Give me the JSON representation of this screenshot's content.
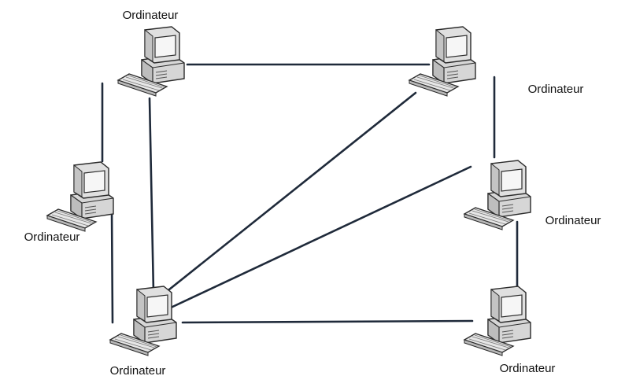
{
  "diagram": {
    "type": "network-topology",
    "colors": {
      "link": "#1f2a3a",
      "monitor_body": "#d9d9d9",
      "screen": "#f4f4f4",
      "outline": "#2b2b2b",
      "label": "#111111"
    },
    "nodes": [
      {
        "id": "n1",
        "label": "Ordinateur",
        "icon": "desktop-computer-icon"
      },
      {
        "id": "n2",
        "label": "Ordinateur",
        "icon": "desktop-computer-icon"
      },
      {
        "id": "n3",
        "label": "Ordinateur",
        "icon": "desktop-computer-icon"
      },
      {
        "id": "n4",
        "label": "Ordinateur",
        "icon": "desktop-computer-icon"
      },
      {
        "id": "n5",
        "label": "Ordinateur",
        "icon": "desktop-computer-icon"
      },
      {
        "id": "n6",
        "label": "Ordinateur",
        "icon": "desktop-computer-icon"
      }
    ],
    "links": [
      {
        "from": "n1",
        "to": "n2"
      },
      {
        "from": "n1",
        "to": "n3"
      },
      {
        "from": "n1",
        "to": "n5"
      },
      {
        "from": "n3",
        "to": "n5"
      },
      {
        "from": "n2",
        "to": "n4"
      },
      {
        "from": "n2",
        "to": "n5"
      },
      {
        "from": "n4",
        "to": "n5"
      },
      {
        "from": "n4",
        "to": "n6"
      },
      {
        "from": "n5",
        "to": "n6"
      }
    ]
  }
}
